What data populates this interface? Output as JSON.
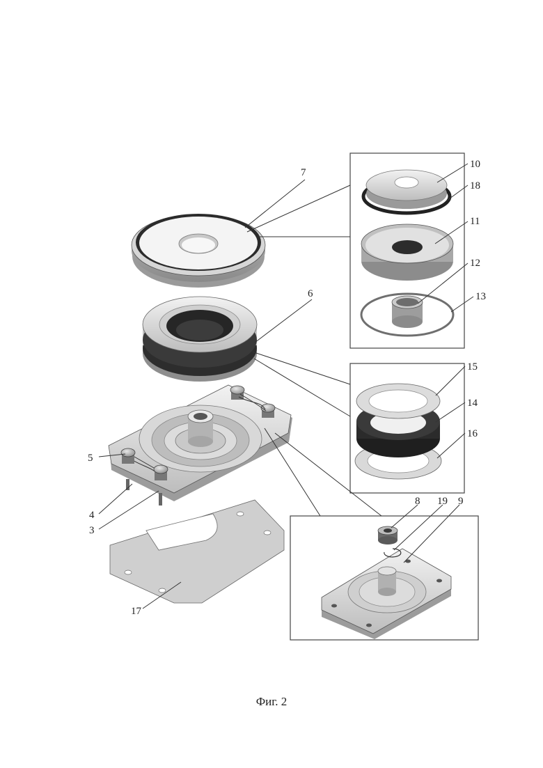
{
  "figure": {
    "caption": "Фиг. 2",
    "labels": {
      "p3": "3",
      "p4": "4",
      "p5": "5",
      "p6": "6",
      "p7": "7",
      "p8": "8",
      "p9": "9",
      "p10": "10",
      "p11": "11",
      "p12": "12",
      "p13": "13",
      "p14": "14",
      "p15": "15",
      "p16": "16",
      "p17": "17",
      "p18": "18",
      "p19": "19"
    },
    "colors": {
      "metal_light": "#e6e6e6",
      "metal_mid": "#c6c6c6",
      "metal_dark": "#8c8c8c",
      "rubber": "#2b2b2b",
      "line": "#333333"
    }
  }
}
